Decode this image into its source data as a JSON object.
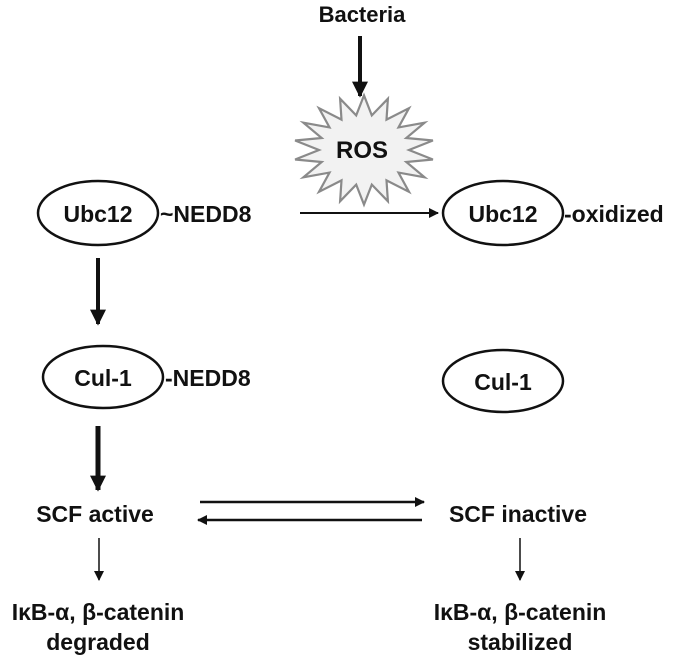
{
  "input": {
    "label": "Bacteria"
  },
  "burst": {
    "label": "ROS"
  },
  "left": {
    "ubc12": {
      "label": "Ubc12",
      "suffix": "~NEDD8"
    },
    "cul1": {
      "label": "Cul-1",
      "suffix": "-NEDD8"
    },
    "scf": {
      "label": "SCF active"
    },
    "outcome": {
      "line1": "IκB-α, β-catenin",
      "line2": "degraded"
    }
  },
  "right": {
    "ubc12": {
      "label": "Ubc12",
      "suffix": "-oxidized"
    },
    "cul1": {
      "label": "Cul-1"
    },
    "scf": {
      "label": "SCF inactive"
    },
    "outcome": {
      "line1": "IκB-α, β-catenin",
      "line2": "stabilized"
    }
  },
  "colors": {
    "ink": "#111111",
    "background": "#ffffff",
    "ros_fill": "#f2f2f2",
    "ros_stroke": "#8a8a8a"
  }
}
